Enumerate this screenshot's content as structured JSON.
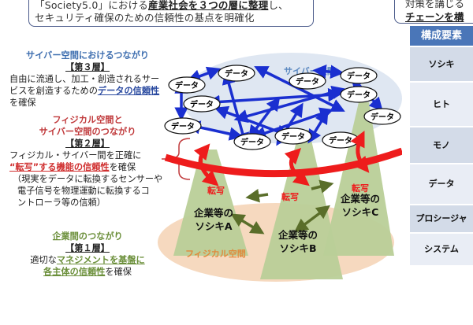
{
  "top_note": {
    "line1_prefix": "「Society5.0」における",
    "line1_emphasis": "産業社会を３つの層に整理",
    "line1_suffix": "し、",
    "line2": "セキュリティ確保のための信頼性の基点を明確化"
  },
  "right_top_note": {
    "line1": "対策を講じる",
    "line2": "チェーンを構"
  },
  "layer3": {
    "heading": "サイバー空間におけるつながり",
    "layer_label": "【第３層】",
    "body_line1": "自由に流通し、加工・創造されるサー",
    "body_line2_prefix": "ビスを創造するための",
    "body_line2_emphasis": "データの信頼性",
    "body_line3": "を確保"
  },
  "layer2": {
    "heading_line1": "フィジカル空間と",
    "heading_line2": "サイバー空間のつながり",
    "layer_label": "【第２層】",
    "body_line1": "フィジカル・サイバー間を正確に",
    "body_line2_emphasis": "“転写”する機能の信頼性",
    "body_line2_suffix": "を確保",
    "note_line1": "（現実をデータに転換するセンサーや",
    "note_line2": "電子信号を物理運動に転換するコ",
    "note_line3": "ントローラ等の信頼）"
  },
  "layer1": {
    "heading": "企業間のつながり",
    "layer_label": "【第１層】",
    "body_line1_prefix": "適切な",
    "body_line1_emphasis": "マネジメントを基盤に",
    "body_line2_emphasis": "各主体の信頼性",
    "body_line2_suffix": "を確保"
  },
  "diagram": {
    "cyber_space_label": "サイバー空間",
    "physical_space_label": "フィジカル空間",
    "data_node_label": "データ",
    "transfer_label": "転写",
    "org_a": [
      "企業等の",
      "ソシキA"
    ],
    "org_b": [
      "企業等の",
      "ソシキB"
    ],
    "org_c": [
      "企業等の",
      "ソシキC"
    ],
    "colors": {
      "cyber_fill": "#dfe7f2",
      "physical_fill": "#f6d9bf",
      "org_fill": "#b9cf98",
      "data_arrow": "#1a2fd0",
      "transfer_arrow": "#ee1c1c",
      "org_arrow": "#5a6e2a"
    }
  },
  "components_table": {
    "header": "構成要素",
    "rows": [
      "ソシキ",
      "ヒト",
      "モノ",
      "データ",
      "プロシージャ",
      "システム"
    ],
    "colors": {
      "header_bg": "#4a76b8",
      "row_dark": "#d3dbe8",
      "row_light": "#e9edf5"
    }
  }
}
